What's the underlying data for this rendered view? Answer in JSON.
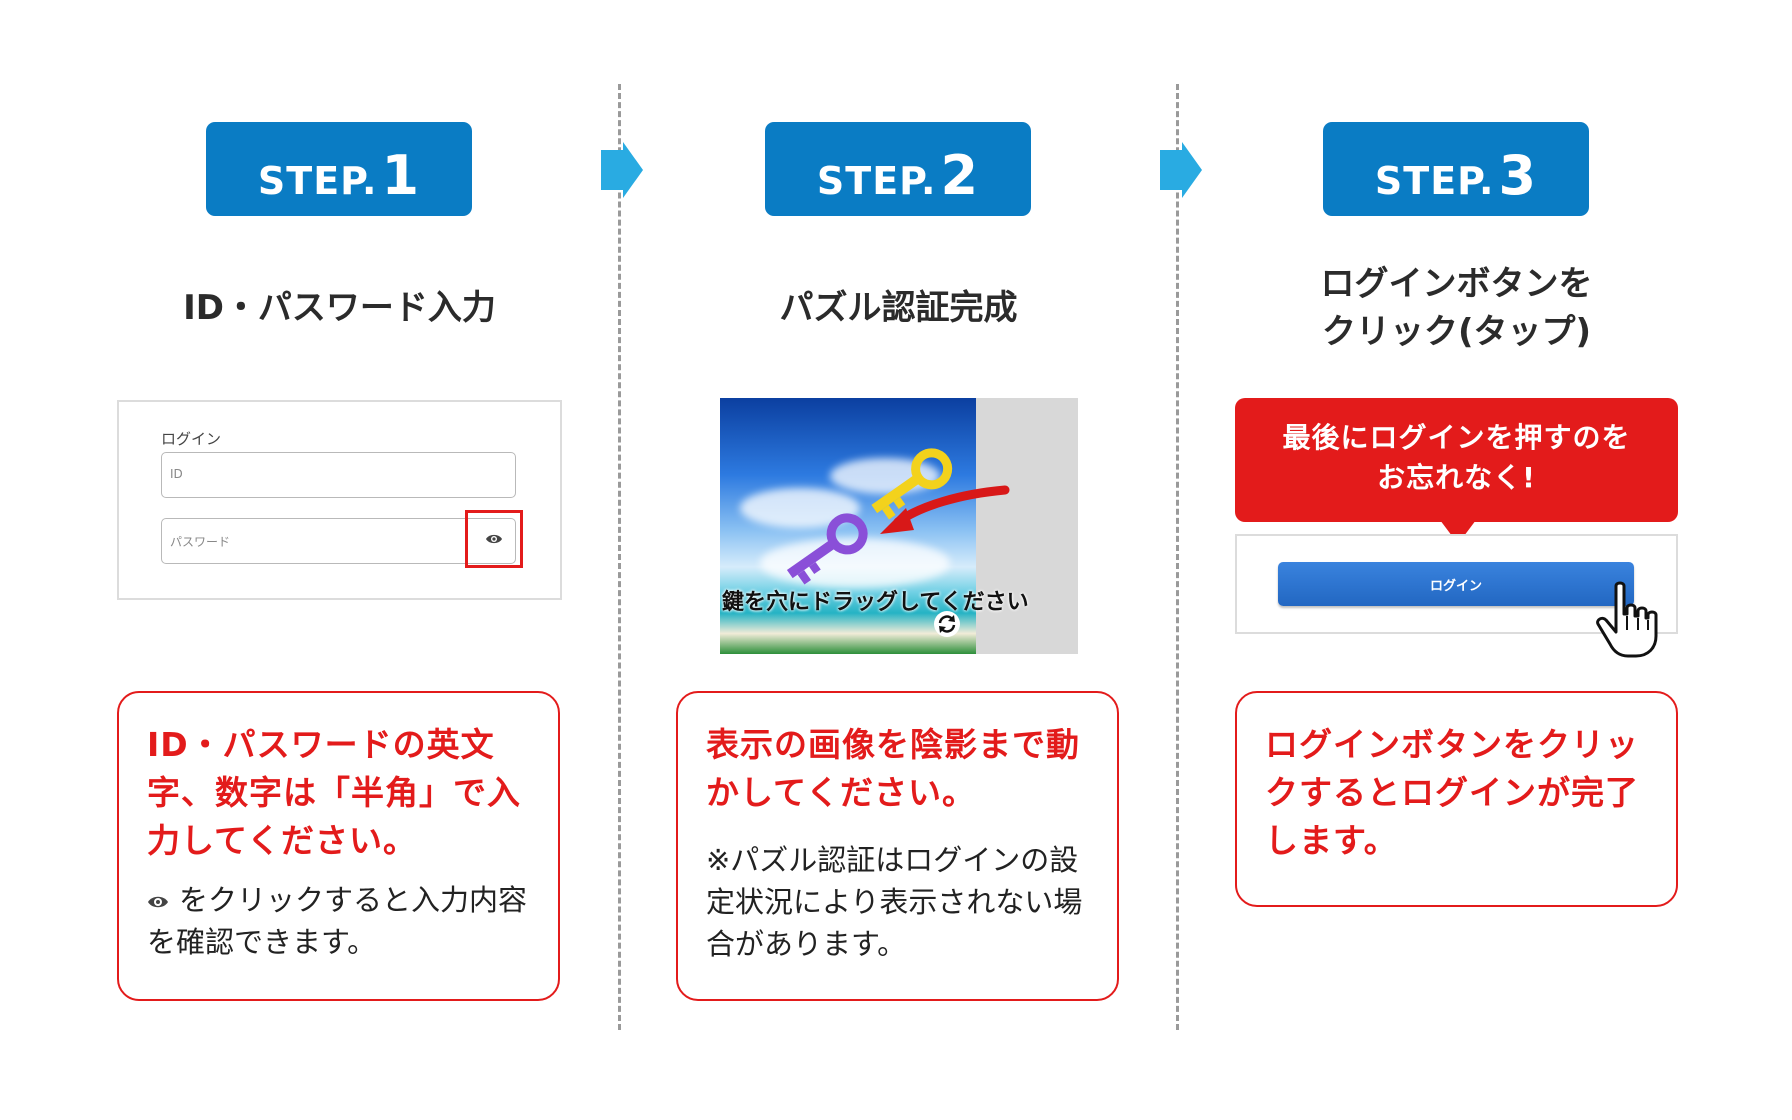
{
  "steps": [
    {
      "badge_word": "STEP.",
      "badge_num": "1",
      "title": "ID・パスワード入力",
      "mock": {
        "label": "ログイン",
        "id_placeholder": "ID",
        "password_placeholder": "パスワード",
        "eye_icon": "eye-icon"
      },
      "red_text": "ID・パスワードの英文字、数字は「半角」で入力してください。",
      "note": "をクリックすると入力内容を確認できます。"
    },
    {
      "badge_word": "STEP.",
      "badge_num": "2",
      "title": "パズル認証完成",
      "mock": {
        "instruction": "鍵を穴にドラッグしてください",
        "refresh_icon": "refresh-icon"
      },
      "red_text": "表示の画像を陰影まで動かしてください。",
      "note": "※パズル認証はログインの設定状況により表示されない場合があります。"
    },
    {
      "badge_word": "STEP.",
      "badge_num": "3",
      "title_line1": "ログインボタンを",
      "title_line2": "クリック(タップ)",
      "mock": {
        "callout_line1": "最後にログインを押すのを",
        "callout_line2": "お忘れなく!",
        "login_button": "ログイン",
        "cursor_icon": "hand-cursor-icon"
      },
      "red_text": "ログインボタンをクリックするとログインが完了します。"
    }
  ],
  "colors": {
    "badge_blue": "#0a7cc4",
    "arrow_blue": "#29abe2",
    "accent_red": "#e31b1b",
    "button_blue": "#2a73d0"
  }
}
